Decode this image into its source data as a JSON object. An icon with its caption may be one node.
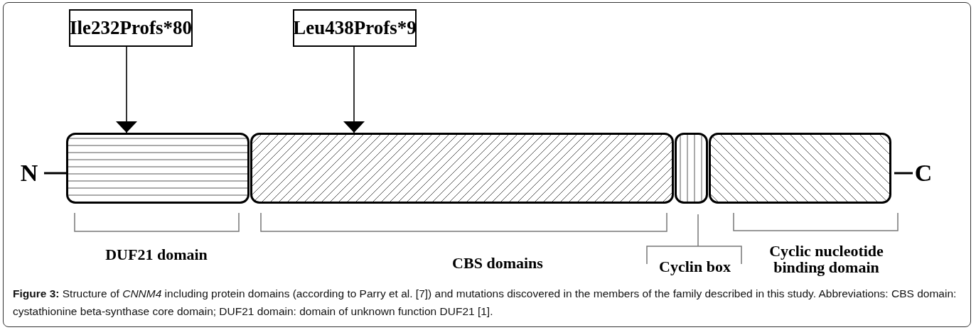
{
  "diagram": {
    "caption": "**Figure 3:** Structure of *CNNM4* including protein domains (according to Parry et al. [7]) and mutations discovered in the members of the family described in this study. Abbreviations: CBS domain: cystathionine beta-synthase core domain; DUF21 domain: domain of unknown function DUF21 [1].",
    "nodes": [
      {
        "text": [
          "Ile232Profs*80"
        ]
      },
      {
        "text": [
          "Leu438Profs*9"
        ]
      },
      {
        "text": [
          "N"
        ]
      },
      {
        "text": [],
        "shape": "box"
      },
      {
        "text": [],
        "shape": "box"
      },
      {
        "text": [],
        "shape": "box"
      },
      {
        "text": [],
        "shape": "box"
      },
      {
        "text": [
          "C"
        ]
      }
    ],
    "edges": [
      {
        "from": 0,
        "to": 3,
        "arrow": "to"
      },
      {
        "from": 1,
        "to": 4,
        "arrow": "to"
      },
      {
        "from": 2,
        "to": 3,
        "arrow": "none"
      },
      {
        "from": 6,
        "to": 7,
        "arrow": "none"
      }
    ],
    "labels": [
      "DUF21 domain",
      "CBS domains",
      "Cyclin box",
      "Cyclic nucleotide binding domain"
    ]
  }
}
